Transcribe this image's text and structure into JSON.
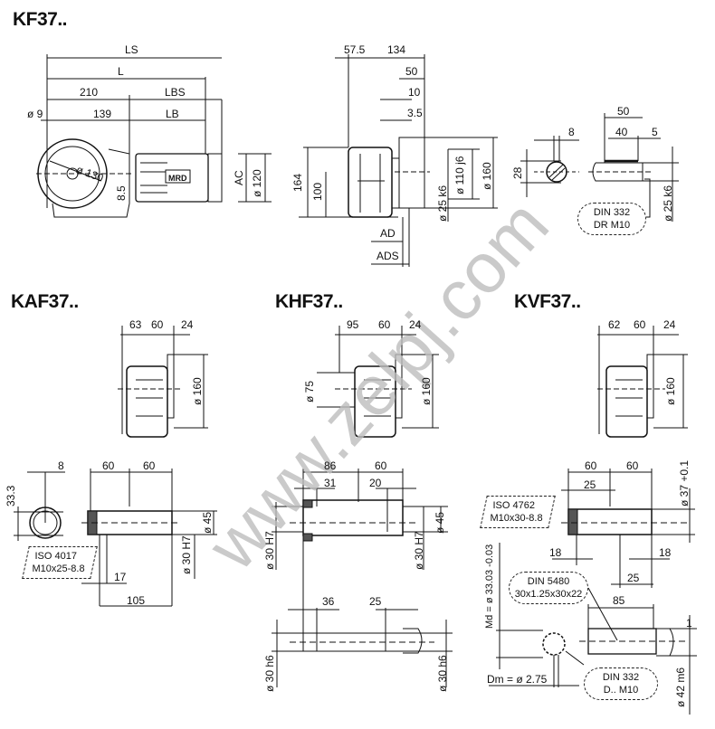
{
  "titles": {
    "kf": "KF37..",
    "kaf": "KAF37..",
    "khf": "KHF37..",
    "kvf": "KVF37.."
  },
  "watermark": "www.zelpj.com",
  "motor_label": "MRD",
  "kf": {
    "side": {
      "ls": "LS",
      "l": "L",
      "d210": "210",
      "lbs": "LBS",
      "d9": "ø 9",
      "d139": "139",
      "lb": "LB",
      "d130": "ø 130",
      "d85": "8.5",
      "ac": "AC",
      "d120": "ø 120"
    },
    "front": {
      "d575": "57.5",
      "d134": "134",
      "d50": "50",
      "d10": "10",
      "d35": "3.5",
      "d164": "164",
      "d100": "100",
      "d110": "ø 110 j6",
      "d160": "ø 160",
      "d25": "ø 25 k6",
      "ad": "AD",
      "ads": "ADS"
    },
    "shaft": {
      "d8": "8",
      "d28": "28",
      "d50": "50",
      "d40": "40",
      "d5": "5",
      "d25": "ø 25 k6",
      "din1": "DIN 332",
      "din2": "DR M10"
    }
  },
  "kaf": {
    "d63": "63",
    "d60": "60",
    "d24": "24",
    "d160": "ø 160",
    "bottom": {
      "d8": "8",
      "d333": "33.3",
      "d60a": "60",
      "d60b": "60",
      "d45": "ø 45",
      "d30": "ø 30 H7",
      "iso1": "ISO 4017",
      "iso2": "M10x25-8.8",
      "d17": "17",
      "d105": "105"
    }
  },
  "khf": {
    "d95": "95",
    "d60": "60",
    "d24": "24",
    "d75": "ø 75",
    "d160": "ø 160",
    "bottom": {
      "d86": "86",
      "d60": "60",
      "d31": "31",
      "d20": "20",
      "d30a": "ø 30 H7",
      "d30b": "ø 30 H7",
      "d45": "ø 45",
      "d36": "36",
      "d25": "25",
      "d30c": "ø 30 h6",
      "d30d": "ø 30 h6"
    }
  },
  "kvf": {
    "d62": "62",
    "d60": "60",
    "d24": "24",
    "d160": "ø 160",
    "bottom": {
      "d60a": "60",
      "d60b": "60",
      "d25a": "25",
      "d37": "ø 37 +0.1",
      "iso1": "ISO 4762",
      "iso2": "M10x30-8.8",
      "d18a": "18",
      "d18b": "18",
      "d25b": "25",
      "din1": "DIN 5480",
      "din2": "30x1.25x30x22",
      "d85": "85",
      "md": "Md = ø 33.03 -0.03",
      "dm": "Dm = ø 2.75",
      "din3": "DIN 332",
      "din4": "D.. M10",
      "d42": "ø 42 m6",
      "d1": "1"
    }
  }
}
